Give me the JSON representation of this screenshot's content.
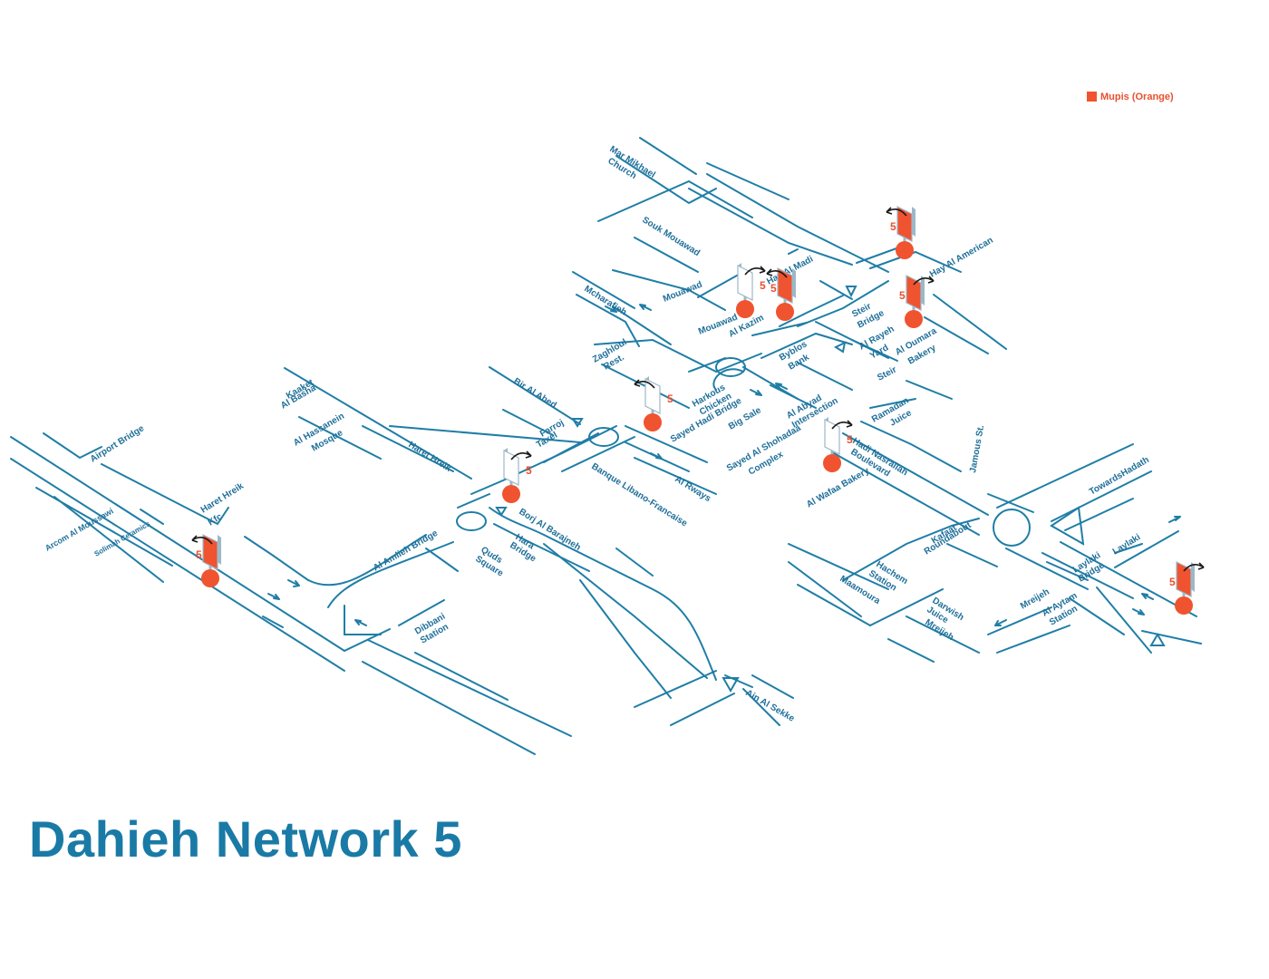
{
  "title": "Dahieh Network 5",
  "legend": {
    "label": "Mupis (Orange)",
    "color": "#f0532f"
  },
  "colors": {
    "road": "#1f7ea6",
    "label": "#1f6f99",
    "marker": "#f0532f",
    "panel_front": "#f0532f",
    "panel_side": "#9cb8c8",
    "arrow": "#1a1a1a"
  },
  "sites": [
    {
      "id": "site-hay-al-american-top",
      "number": "5",
      "icon": "mupi-icon"
    },
    {
      "id": "site-hay-al-american",
      "number": "5",
      "icon": "mupi-icon"
    },
    {
      "id": "site-hay-al-madi",
      "number": "5",
      "icon": "mupi-icon"
    },
    {
      "id": "site-mouawad",
      "number": "5",
      "icon": "mupi-icon"
    },
    {
      "id": "site-sayed-hadi",
      "number": "5",
      "icon": "mupi-icon"
    },
    {
      "id": "site-hadi-nasrallah",
      "number": "5",
      "icon": "mupi-icon"
    },
    {
      "id": "site-borj-al-barajneh",
      "number": "5",
      "icon": "mupi-icon"
    },
    {
      "id": "site-haret-hreik",
      "number": "5",
      "icon": "mupi-icon"
    },
    {
      "id": "site-laylaki",
      "number": "5",
      "icon": "mupi-icon"
    }
  ],
  "labels": {
    "mar_mikhael": "Mar Mikhael",
    "church": "Church",
    "souk_mouawad": "Souk Mouawad",
    "mouawad_1": "Mouawad",
    "mouawad_2": "Mouawad",
    "hay_al_madi": "Hay Al Madi",
    "al_kazim": "Al Kazim",
    "hay_al_american": "Hay Al American",
    "steir": "Steir",
    "bridge_steir": "Bridge",
    "al_rayeh": "Al Rayeh",
    "yard": "Yard",
    "al_oumara": "Al Oumara",
    "bakery_oumara": "Bakery",
    "steir_2": "Steir",
    "byblos": "Byblos",
    "bank": "Bank",
    "mcharafieh": "Mcharafieh",
    "zaghloul": "Zaghloul",
    "rest": "Rest.",
    "bir_al_abed": "Bir Al Abed",
    "harkous": "Harkous",
    "chicken": "Chicken",
    "sayed_hadi_bridge": "Sayed Hadi Bridge",
    "big_sale": "Big Sale",
    "al_abyad": "Al Abyad",
    "intersection": "Intersection",
    "ramadan": "Ramadan",
    "juice_ramadan": "Juice",
    "kaaket": "Kaaket",
    "al_basha": "Al Basha",
    "al_hassanein": "Al Hassanein",
    "mosque": "Mosque",
    "farroj": "Farroj",
    "taxel": "Taxel",
    "haret_hreik_road": "Haret Hreik",
    "banque": "Banque Libano-Francaise",
    "al_rways": "Al Rways",
    "sayed_al_shohadaa": "Sayed Al Shohadaa",
    "complex": "Complex",
    "hadi_nasrallah": "Hadi Nasrallah",
    "boulevard": "Boulevard",
    "al_wafaa_bakery": "Al Wafaa Bakery",
    "jamous_st": "Jamous St.",
    "towards_hadath": "TowardsHadath",
    "airport_bridge": "Airport Bridge",
    "haret_hreik": "Haret Hreik",
    "kfc": "Kfc",
    "arcom": "Arcom Al Moussawi",
    "solimah": "Solimah Ceramics",
    "al_amlieh_bridge": "Al Amlieh Bridge",
    "borj_al_barajneh": "Borj Al Barajneh",
    "hara": "Hara",
    "bridge_hara": "Bridge",
    "quds": "Quds",
    "square": "Square",
    "dibbani": "Dibbani",
    "station_dibbani": "Station",
    "ain_al_sekke": "Ain Al Sekke",
    "kafaat": "Kafaat",
    "roundabout": "Roundabout",
    "hachem": "Hachem",
    "station_hachem": "Station",
    "maamoura": "Maamoura",
    "darwish": "Darwish",
    "juice_darwish": "Juice",
    "mreijeh_1": "Mreijeh",
    "mreijeh_2": "Mreijeh",
    "al_aytam": "Al Aytam",
    "station_aytam": "Station",
    "laylaki_1": "Laylaki",
    "bridge_laylaki": "Bridge",
    "laylaki_2": "Laylaki"
  }
}
